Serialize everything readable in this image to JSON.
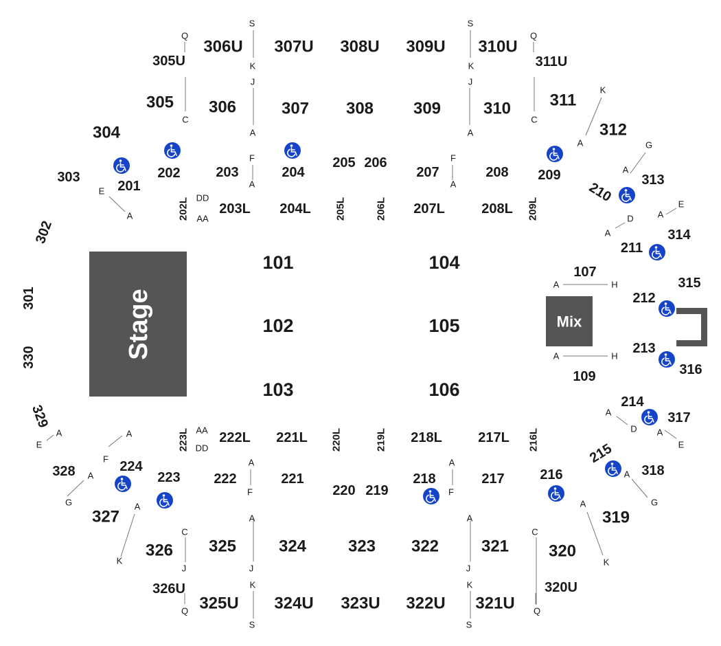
{
  "venue_labels": {
    "stage": "Stage",
    "mix": "Mix"
  },
  "colors": {
    "stage_fill": "#555555",
    "ada_icon": "#1544c8"
  },
  "floor_sections": [
    "101",
    "102",
    "103",
    "104",
    "105",
    "106",
    "107",
    "109"
  ],
  "sections_200": [
    "201",
    "202",
    "203",
    "204",
    "205",
    "206",
    "207",
    "208",
    "209",
    "210",
    "211",
    "212",
    "213",
    "214",
    "215",
    "216",
    "217",
    "218",
    "219",
    "220",
    "221",
    "222",
    "223",
    "224"
  ],
  "sections_200_loge": [
    "202L",
    "203L",
    "204L",
    "205L",
    "206L",
    "207L",
    "208L",
    "209L",
    "216L",
    "217L",
    "218L",
    "219L",
    "220L",
    "221L",
    "222L",
    "223L"
  ],
  "sections_300": [
    "301",
    "302",
    "303",
    "304",
    "305",
    "306",
    "307",
    "308",
    "309",
    "310",
    "311",
    "312",
    "313",
    "314",
    "315",
    "316",
    "317",
    "318",
    "319",
    "320",
    "321",
    "322",
    "323",
    "324",
    "325",
    "326",
    "327",
    "328",
    "329",
    "330"
  ],
  "sections_300_upper": [
    "305U",
    "306U",
    "307U",
    "308U",
    "309U",
    "310U",
    "311U",
    "320U",
    "321U",
    "322U",
    "323U",
    "324U",
    "325U",
    "326U"
  ],
  "row_letters": [
    "A",
    "C",
    "D",
    "E",
    "F",
    "G",
    "H",
    "J",
    "K",
    "Q",
    "S",
    "AA",
    "DD"
  ],
  "icons": [
    "wheelchair-accessible-icon"
  ],
  "map_labels": [
    {
      "id": "305U",
      "text": "305U"
    },
    {
      "id": "306U",
      "text": "306U"
    },
    {
      "id": "307U",
      "text": "307U"
    },
    {
      "id": "308U",
      "text": "308U"
    },
    {
      "id": "309U",
      "text": "309U"
    },
    {
      "id": "310U",
      "text": "310U"
    },
    {
      "id": "311U",
      "text": "311U"
    },
    {
      "id": "304",
      "text": "304"
    },
    {
      "id": "305",
      "text": "305"
    },
    {
      "id": "306",
      "text": "306"
    },
    {
      "id": "307",
      "text": "307"
    },
    {
      "id": "308",
      "text": "308"
    },
    {
      "id": "309",
      "text": "309"
    },
    {
      "id": "310",
      "text": "310"
    },
    {
      "id": "311",
      "text": "311"
    },
    {
      "id": "312",
      "text": "312"
    },
    {
      "id": "313",
      "text": "313"
    },
    {
      "id": "314",
      "text": "314"
    },
    {
      "id": "315",
      "text": "315"
    },
    {
      "id": "316",
      "text": "316"
    },
    {
      "id": "317",
      "text": "317"
    },
    {
      "id": "318",
      "text": "318"
    },
    {
      "id": "319",
      "text": "319"
    },
    {
      "id": "320",
      "text": "320"
    },
    {
      "id": "320U",
      "text": "320U"
    },
    {
      "id": "321",
      "text": "321"
    },
    {
      "id": "322",
      "text": "322"
    },
    {
      "id": "323",
      "text": "323"
    },
    {
      "id": "324",
      "text": "324"
    },
    {
      "id": "325",
      "text": "325"
    },
    {
      "id": "326",
      "text": "326"
    },
    {
      "id": "326U",
      "text": "326U"
    },
    {
      "id": "321U",
      "text": "321U"
    },
    {
      "id": "322U",
      "text": "322U"
    },
    {
      "id": "323U",
      "text": "323U"
    },
    {
      "id": "324U",
      "text": "324U"
    },
    {
      "id": "325U",
      "text": "325U"
    },
    {
      "id": "327",
      "text": "327"
    },
    {
      "id": "328",
      "text": "328"
    },
    {
      "id": "329",
      "text": "329"
    },
    {
      "id": "330",
      "text": "330"
    },
    {
      "id": "301",
      "text": "301"
    },
    {
      "id": "302",
      "text": "302"
    },
    {
      "id": "303",
      "text": "303"
    },
    {
      "id": "201",
      "text": "201"
    },
    {
      "id": "202",
      "text": "202"
    },
    {
      "id": "203",
      "text": "203"
    },
    {
      "id": "204",
      "text": "204"
    },
    {
      "id": "205",
      "text": "205"
    },
    {
      "id": "206",
      "text": "206"
    },
    {
      "id": "207",
      "text": "207"
    },
    {
      "id": "208",
      "text": "208"
    },
    {
      "id": "209",
      "text": "209"
    },
    {
      "id": "210",
      "text": "210"
    },
    {
      "id": "211",
      "text": "211"
    },
    {
      "id": "212",
      "text": "212"
    },
    {
      "id": "213",
      "text": "213"
    },
    {
      "id": "214",
      "text": "214"
    },
    {
      "id": "215",
      "text": "215"
    },
    {
      "id": "216",
      "text": "216"
    },
    {
      "id": "217",
      "text": "217"
    },
    {
      "id": "218",
      "text": "218"
    },
    {
      "id": "219",
      "text": "219"
    },
    {
      "id": "220",
      "text": "220"
    },
    {
      "id": "221",
      "text": "221"
    },
    {
      "id": "222",
      "text": "222"
    },
    {
      "id": "223",
      "text": "223"
    },
    {
      "id": "224",
      "text": "224"
    },
    {
      "id": "203L",
      "text": "203L"
    },
    {
      "id": "204L",
      "text": "204L"
    },
    {
      "id": "207L",
      "text": "207L"
    },
    {
      "id": "208L",
      "text": "208L"
    },
    {
      "id": "222L",
      "text": "222L"
    },
    {
      "id": "221L",
      "text": "221L"
    },
    {
      "id": "218L",
      "text": "218L"
    },
    {
      "id": "217L",
      "text": "217L"
    },
    {
      "id": "202L",
      "text": "202L"
    },
    {
      "id": "205L",
      "text": "205L"
    },
    {
      "id": "206L",
      "text": "206L"
    },
    {
      "id": "209L",
      "text": "209L"
    },
    {
      "id": "223L",
      "text": "223L"
    },
    {
      "id": "220L",
      "text": "220L"
    },
    {
      "id": "219L",
      "text": "219L"
    },
    {
      "id": "216L",
      "text": "216L"
    },
    {
      "id": "101",
      "text": "101"
    },
    {
      "id": "102",
      "text": "102"
    },
    {
      "id": "103",
      "text": "103"
    },
    {
      "id": "104",
      "text": "104"
    },
    {
      "id": "105",
      "text": "105"
    },
    {
      "id": "106",
      "text": "106"
    },
    {
      "id": "107",
      "text": "107"
    },
    {
      "id": "109",
      "text": "109"
    }
  ]
}
